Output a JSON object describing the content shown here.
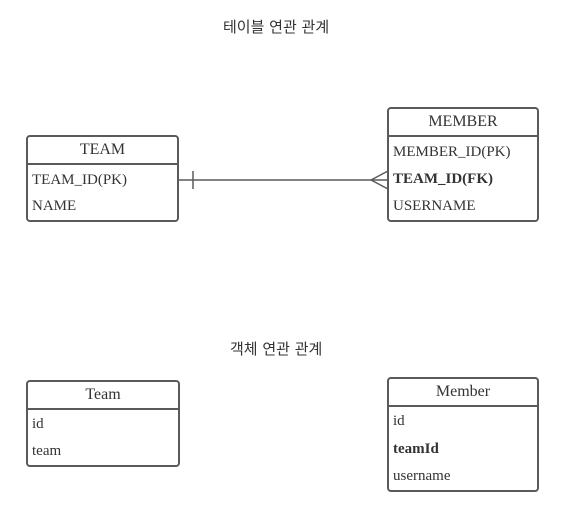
{
  "sections": {
    "table_title": "테이블 연관 관계",
    "object_title": "객체 연관 관계"
  },
  "tables": {
    "team": {
      "name": "TEAM",
      "fields": [
        "TEAM_ID(PK)",
        "NAME"
      ]
    },
    "member": {
      "name": "MEMBER",
      "fields": [
        "MEMBER_ID(PK)",
        "TEAM_ID(FK)",
        "USERNAME"
      ]
    }
  },
  "objects": {
    "team": {
      "name": "Team",
      "fields": [
        "id",
        "team"
      ]
    },
    "member": {
      "name": "Member",
      "fields": [
        "id",
        "teamId",
        "username"
      ]
    }
  },
  "colors": {
    "border": "#5a5a5a",
    "text": "#333333"
  }
}
